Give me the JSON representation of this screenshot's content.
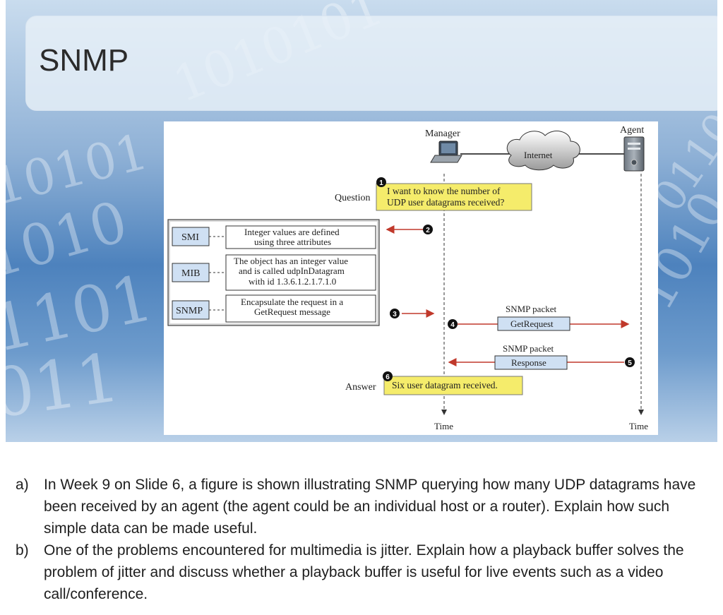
{
  "slide": {
    "title": "SNMP",
    "figure": {
      "manager_label": "Manager",
      "agent_label": "Agent",
      "internet_label": "Internet",
      "question_label": "Question",
      "question_text_line1": "I want to know the number of",
      "question_text_line2": "UDP user datagrams received?",
      "smi_label": "SMI",
      "mib_label": "MIB",
      "snmp_label": "SNMP",
      "smi_text_line1": "Integer values are defined",
      "smi_text_line2": "using three attributes",
      "mib_text_line1": "The object has an integer value",
      "mib_text_line2": "and is called udpInDatagram",
      "mib_text_line3": "with id 1.3.6.1.2.1.7.1.0",
      "snmp_text_line1": "Encapsulate the request in a",
      "snmp_text_line2": "GetRequest message",
      "packet_label_1": "SNMP packet",
      "packet_label_2": "SNMP packet",
      "getrequest_label": "GetRequest",
      "response_label": "Response",
      "answer_label": "Answer",
      "answer_text": "Six user datagram received.",
      "time_label_manager": "Time",
      "time_label_agent": "Time",
      "step_numbers": [
        "1",
        "2",
        "3",
        "4",
        "5",
        "6"
      ]
    }
  },
  "questions": [
    {
      "label": "a)",
      "text": "In Week 9 on Slide 6, a figure is shown illustrating SNMP querying how many UDP datagrams have been received by an agent (the agent could be an individual host or a router).  Explain how such simple data can be made useful."
    },
    {
      "label": "b)",
      "text": "One of the problems encountered for multimedia is jitter.  Explain how a playback buffer solves the problem of jitter and discuss whether a playback buffer is useful for live events such as a video call/conference."
    }
  ],
  "colors": {
    "highlight_yellow": "#f5ec6b",
    "arrow_red": "#c0392b",
    "label_box_blue": "#cfe0f3"
  }
}
